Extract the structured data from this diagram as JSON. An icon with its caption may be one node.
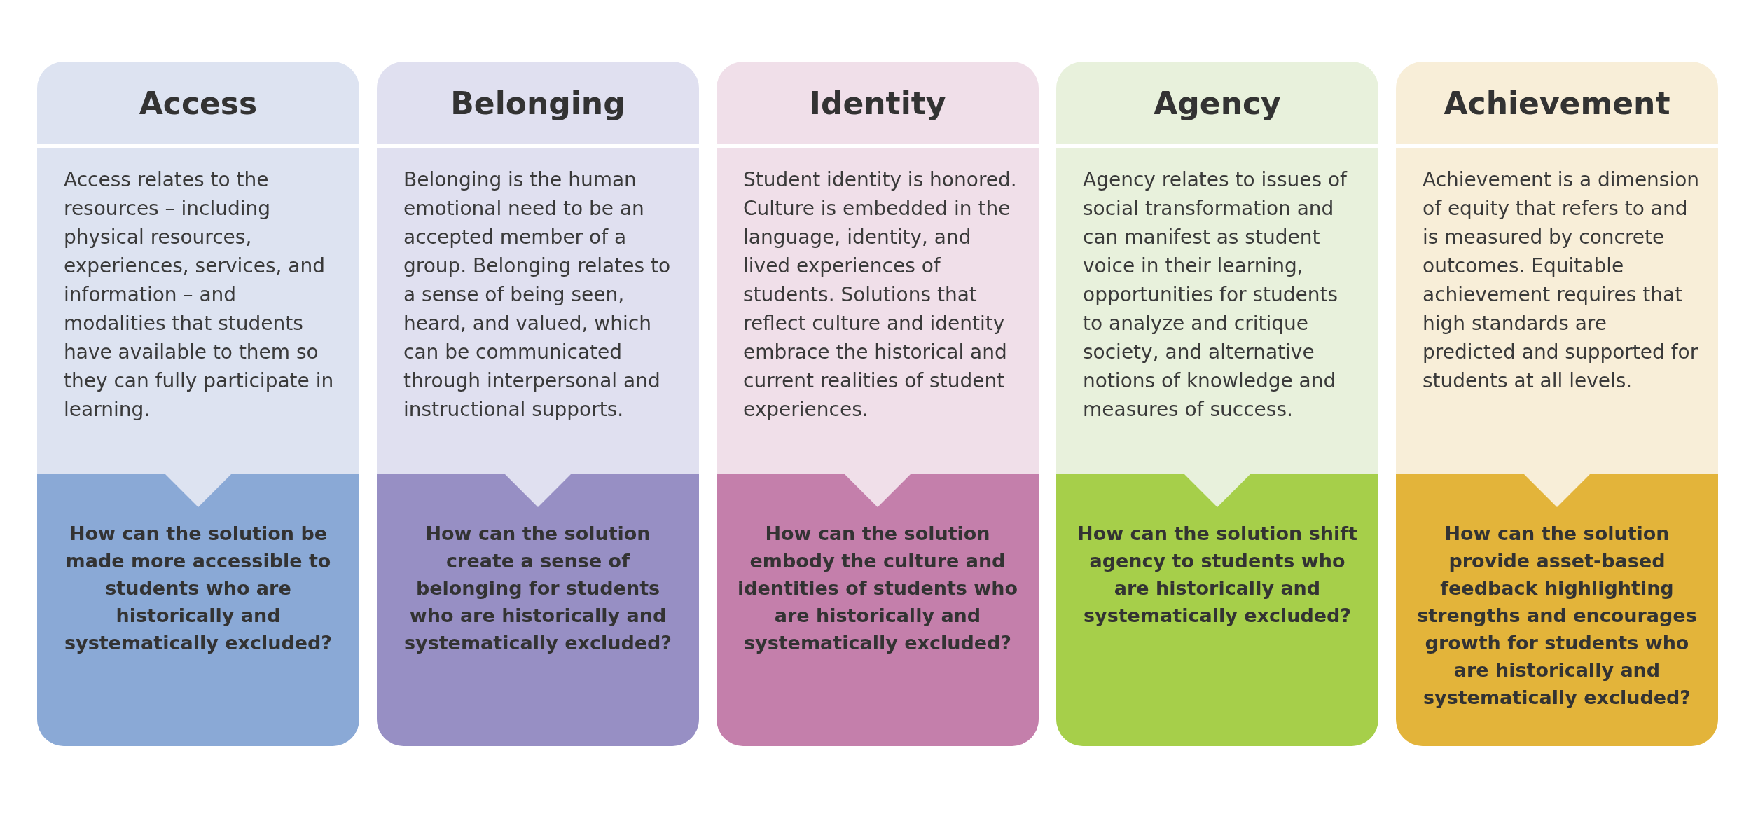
{
  "diagram": {
    "nodes": [
      {
        "text": [
          "Access",
          "Access relates to the resources – including physical resources, experiences, services, and information – and modalities that students have available to them so they can fully participate in learning."
        ]
      },
      {
        "text": [
          "How can the solution be made more accessible to students who are historically and systematically excluded?"
        ],
        "in": 0
      },
      {
        "text": [
          "Belonging",
          "Belonging is the human emotional need to be an accepted member of a group. Belonging relates to a sense of being seen, heard, and valued, which can be communicated through interpersonal and instructional supports."
        ]
      },
      {
        "text": [
          "How can the solution create a sense of belonging for students who are historically and systematically excluded?"
        ],
        "in": 2
      },
      {
        "text": [
          "Identity",
          "Student identity is honored. Culture is embedded in the language, identity, and lived experiences of students.  Solutions that reflect culture and identity embrace the historical and current realities of student experiences."
        ]
      },
      {
        "text": [
          "How can the solution embody the culture and identities of students who are historically and systematically excluded?"
        ],
        "in": 4
      },
      {
        "text": [
          "Agency",
          "Agency relates to issues of social transformation and can manifest as student voice in their learning, opportunities for students to analyze and critique society, and alternative notions of knowledge and measures of success."
        ]
      },
      {
        "text": [
          "How can the solution shift agency to students who are historically and systematically excluded?"
        ],
        "in": 6
      },
      {
        "text": [
          "Achievement",
          "Achievement is a dimension of equity that refers to and is measured by concrete outcomes. Equitable achievement requires that high standards are predicted and supported for students at all levels."
        ]
      },
      {
        "text": [
          "How can the solution provide asset-based feedback highlighting strengths and encourages growth for students who are historically and systematically excluded?"
        ],
        "in": 8
      }
    ]
  }
}
